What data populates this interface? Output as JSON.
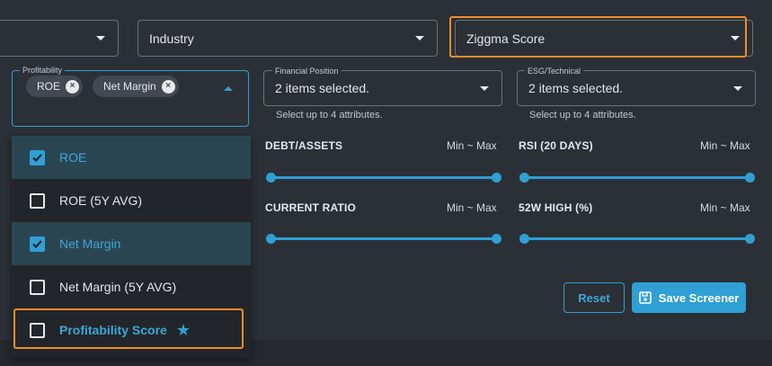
{
  "top_selects": {
    "first_value": "",
    "industry_label": "Industry",
    "score_label": "Ziggma Score"
  },
  "profitability": {
    "legend": "Profitability",
    "chips": [
      {
        "label": "ROE"
      },
      {
        "label": "Net Margin"
      }
    ],
    "options": [
      {
        "label": "ROE",
        "checked": true
      },
      {
        "label": "ROE (5Y AVG)",
        "checked": false
      },
      {
        "label": "Net Margin",
        "checked": true
      },
      {
        "label": "Net Margin (5Y AVG)",
        "checked": false
      },
      {
        "label": "Profitability Score",
        "checked": false,
        "featured": true
      }
    ]
  },
  "financial_position": {
    "legend": "Financial Position",
    "value": "2 items selected.",
    "helper": "Select up to 4 attributes."
  },
  "esg_technical": {
    "legend": "ESG/Technical",
    "value": "2 items selected.",
    "helper": "Select up to 4 attributes."
  },
  "sliders": [
    {
      "label": "DEBT/ASSETS",
      "range": "Min ~ Max"
    },
    {
      "label": "RSI (20 DAYS)",
      "range": "Min ~ Max"
    },
    {
      "label": "CURRENT RATIO",
      "range": "Min ~ Max"
    },
    {
      "label": "52W HIGH (%)",
      "range": "Min ~ Max"
    }
  ],
  "buttons": {
    "reset": "Reset",
    "save": "Save Screener"
  },
  "icons": {
    "clear_chip": "close-circle-icon",
    "checkbox": "check-icon",
    "favorite": "star-icon",
    "save": "floppy-disk-icon"
  },
  "colors": {
    "accent": "#2f9fd4",
    "highlight": "#f28c28",
    "background": "#2b3036"
  }
}
